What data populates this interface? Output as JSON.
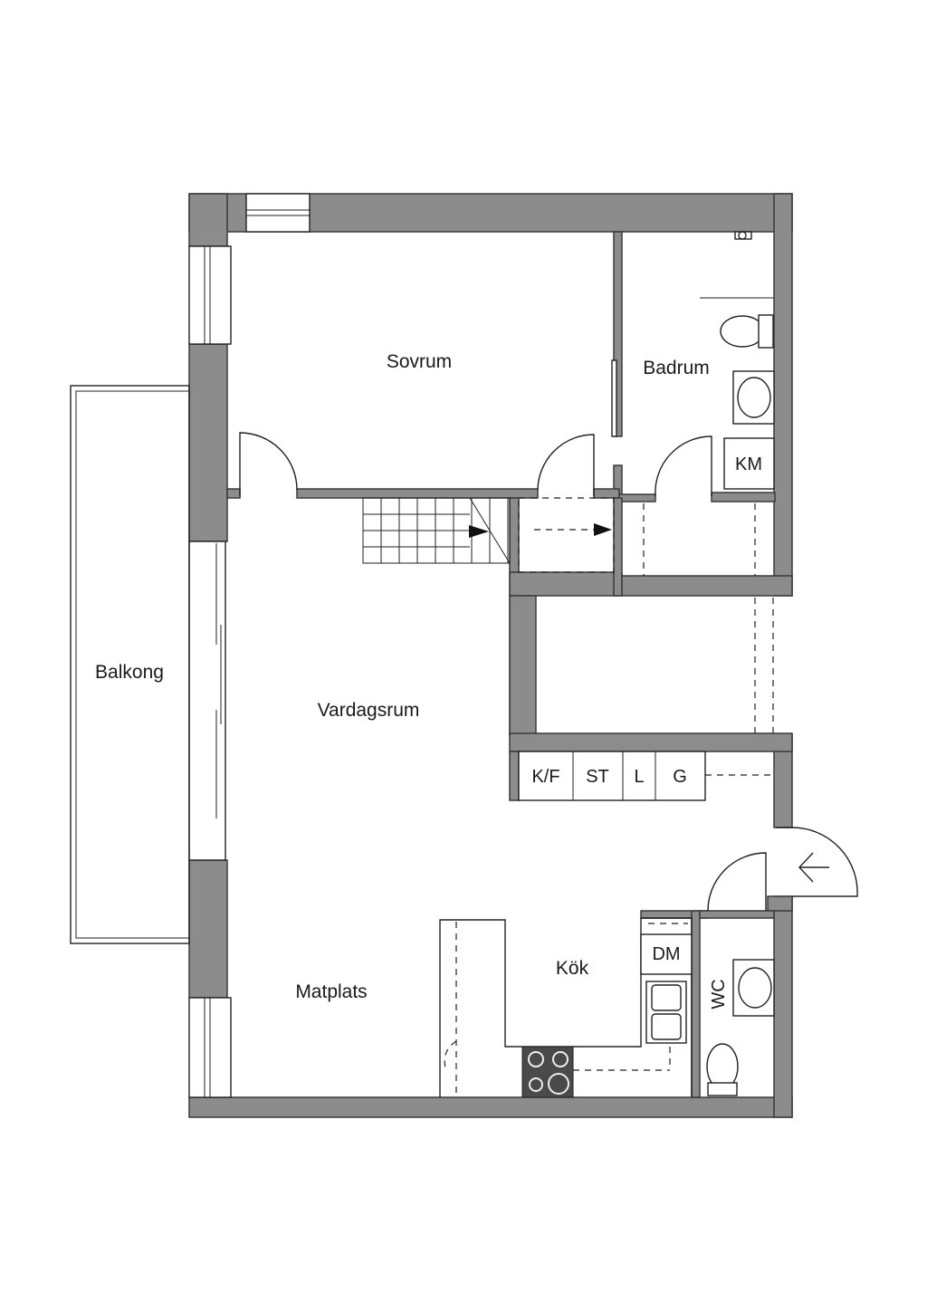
{
  "rooms": {
    "sovrum": "Sovrum",
    "badrum": "Badrum",
    "balkong": "Balkong",
    "vardagsrum": "Vardagsrum",
    "kok": "Kök",
    "matplats": "Matplats"
  },
  "fixtures": {
    "km": "KM",
    "kf": "K/F",
    "st": "ST",
    "l": "L",
    "g": "G",
    "dm": "DM",
    "wc": "WC"
  },
  "colors": {
    "wall": "#8c8c8c",
    "line": "#222222",
    "background": "#ffffff",
    "stove": "#4a4a4a"
  },
  "icons": [
    "entrance-arrow-icon",
    "stair-direction-arrow-icon",
    "stove-icon",
    "sink-icon",
    "toilet-icon",
    "shower-icon"
  ]
}
